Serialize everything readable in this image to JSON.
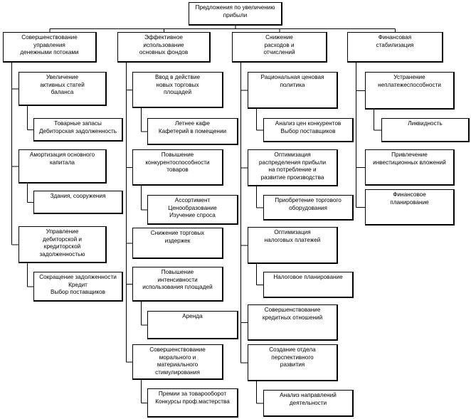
{
  "nodes": {
    "root": "Предложения по увеличению\nприбыли",
    "c1": "Совершенствование\nуправления\nденежными потоками",
    "c1_1": "Увеличение\nактивных статей\nбаланса",
    "c1_1_1": "Товарные запасы\nДебиторская задолженность",
    "c1_2": "Амортизация основного\nкапитала",
    "c1_2_1": "Здания, сооружения",
    "c1_3": "Управление\nдебиторской и\nкредиторской\nзадолженностью",
    "c1_3_1": "Сокращение задолженности\nКредит\nВыбор поставщиков",
    "c2": "Эффективное\nиспользование\nосновных фондов",
    "c2_1": "Ввод в действие\nновых торговых\nплощадей",
    "c2_1_1": "Летнее кафе\nКафетерий в помещении",
    "c2_2": "Повышение\nконкурентоспособности\nтоваров",
    "c2_2_1": "Ассортимент\nЦенообразование\nИзучение спроса",
    "c2_3": "Снижение торговых\nиздержек",
    "c2_4": "Повышение\nинтенсивности\nиспользования площадей",
    "c2_4_1": "Аренда",
    "c2_5": "Совершенствование\nморального и\nматериального\nстимулирования",
    "c2_5_1": "Премии за товарооборот\nКонкурсы проф.мастерства",
    "c3": "Снижение\nрасходов и\nотчислений",
    "c3_1": "Рациональная ценовая\nполитика",
    "c3_1_1": "Анализ цен конкурентов\nВыбор поставщиков",
    "c3_2": "Оптимизация\nраспределения прибыли\nна потребление и\nразвитие производства",
    "c3_2_1": "Приобретение торгового\nоборудования",
    "c3_3": "Оптимизация\nналоговых платежей",
    "c3_3_1": "Налоговое планирование",
    "c3_4": "Совершенствование\nкредитных отношений",
    "c3_5": "Создание отдела\nперспективного\nразвития",
    "c3_5_1": "Анализ направлений\nдеятельности",
    "c4": "Финансовая\nстабилизация",
    "c4_1": "Устранение\nнеплатежеспособности",
    "c4_1_1": "Ликвидность",
    "c4_2": "Привлечение\nинвестиционных вложений",
    "c4_3": "Финансовое\nпланирование"
  }
}
